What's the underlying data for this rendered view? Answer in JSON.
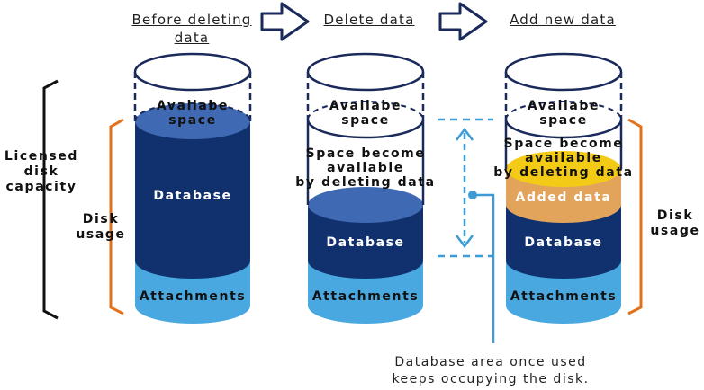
{
  "steps": {
    "before": [
      "Before deleting",
      "data"
    ],
    "delete": "Delete data",
    "add": "Add new data"
  },
  "labels": {
    "licensed_capacity": [
      "Licensed",
      "disk",
      "capacity"
    ],
    "disk_usage_left": [
      "Disk",
      "usage"
    ],
    "disk_usage_right": [
      "Disk",
      "usage"
    ],
    "available_space": [
      "Availabe",
      "space"
    ],
    "database": "Database",
    "attachments": "Attachments",
    "space_available": [
      "Space become",
      "available",
      "by deleting data"
    ],
    "added_data": "Added data"
  },
  "note": [
    "Database area once used",
    "keeps occupying the disk."
  ],
  "colors": {
    "navy": "#11306e",
    "mid_blue": "#3f69b3",
    "light_blue": "#49a8df",
    "yellow": "#f3cb16",
    "orange_fill": "#e1a45a",
    "bracket_orange": "#e2711c",
    "dashed_blue": "#3d9bd6",
    "outline": "#1a2a5a"
  }
}
